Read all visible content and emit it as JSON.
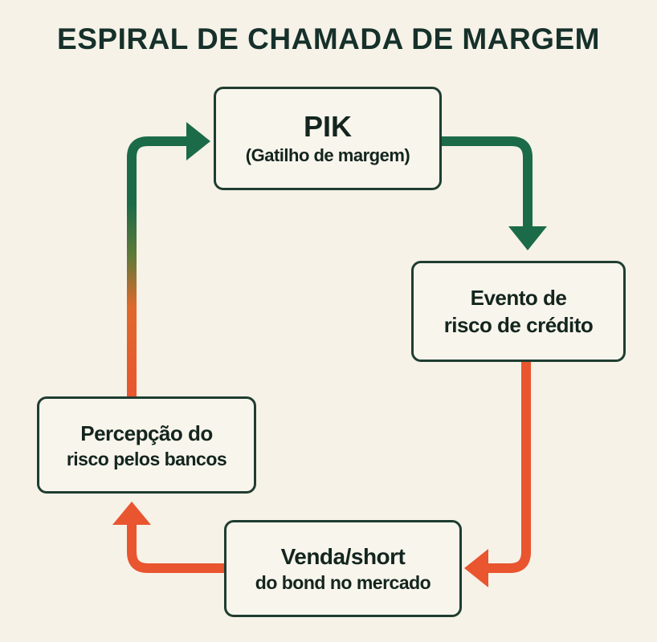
{
  "title": "ESPIRAL DE CHAMADA DE MARGEM",
  "nodes": {
    "pik": {
      "title": "PIK",
      "subtitle": "(Gatilho de margem)"
    },
    "evento": {
      "line1": "Evento de",
      "line2": "risco de crédito"
    },
    "venda": {
      "line1": "Venda/short",
      "line2": "do bond no mercado"
    },
    "percepcao": {
      "line1": "Percepção do",
      "line2": "risco pelos bancos"
    }
  },
  "colors": {
    "green": "#1c6b48",
    "orange": "#e9552f",
    "border": "#1f3d30",
    "background": "#f6f2e8"
  }
}
